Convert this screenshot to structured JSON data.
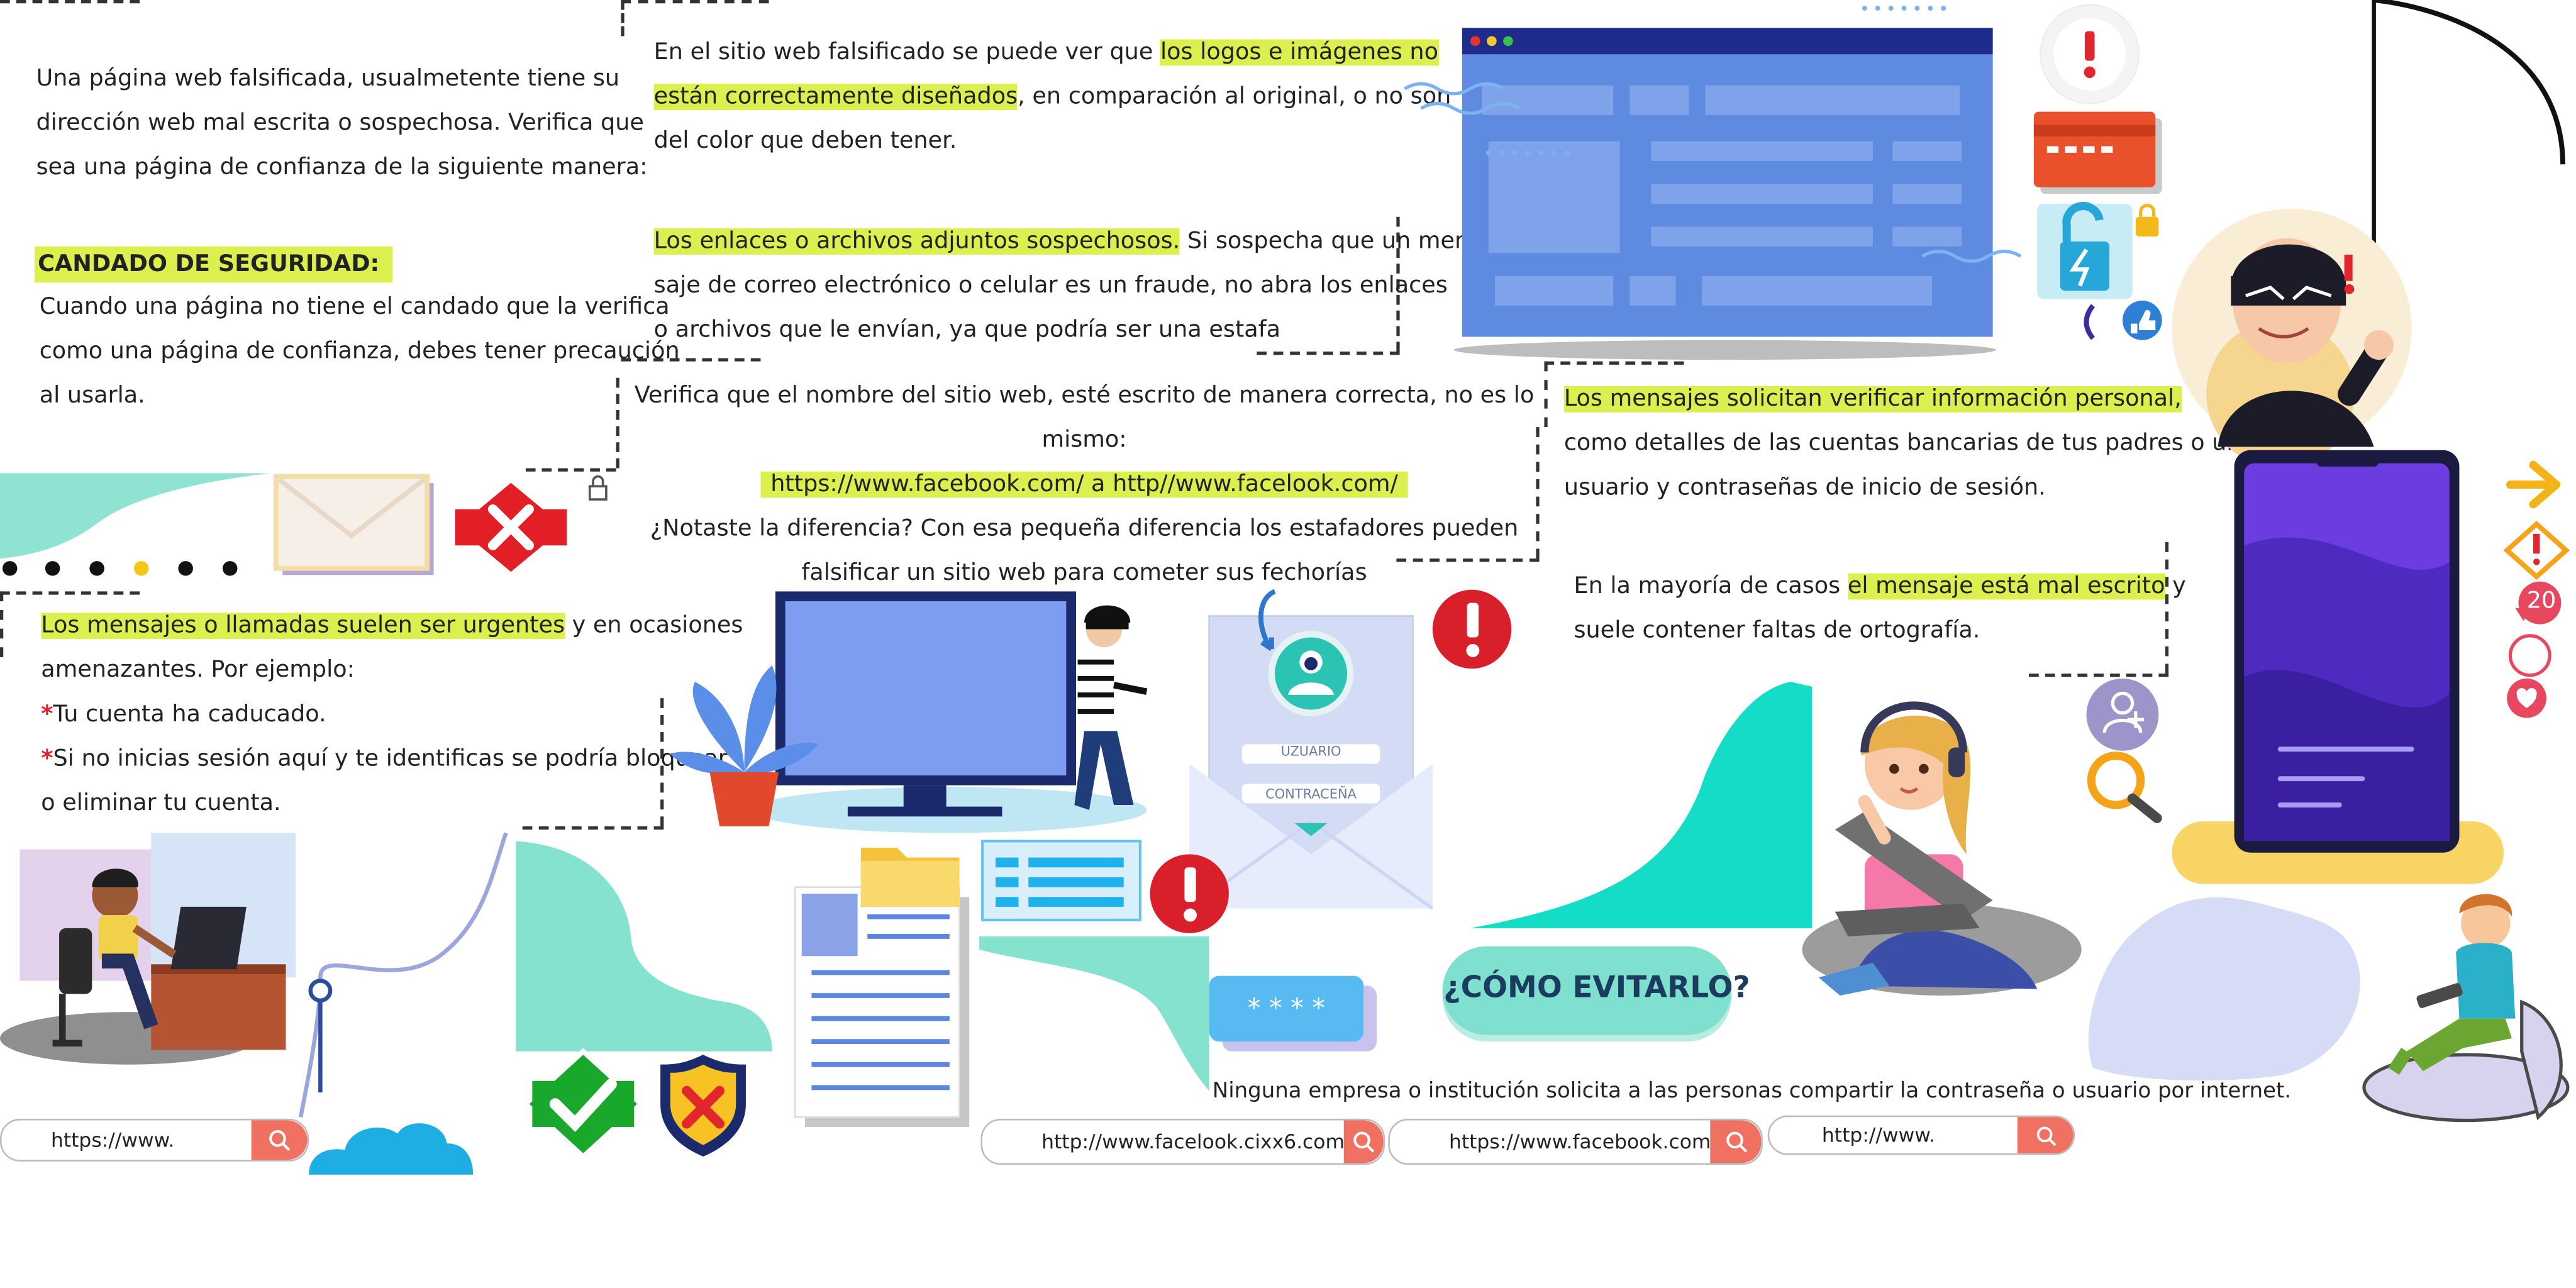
{
  "block1": {
    "intro_lines": [
      "Una página web falsificada, usualmetente tiene su",
      "dirección web mal escrita o sospechosa.  Verifica que",
      "sea una página de confianza de la siguiente manera:"
    ],
    "heading": "CANDADO DE SEGURIDAD:",
    "body_lines": [
      "Cuando una página no tiene el candado que la verifica",
      "como una página de confianza, debes tener precaución",
      "al usarla."
    ]
  },
  "block2": {
    "line1_a": "En el sitio web falsificado se puede ver que ",
    "line1_hl": "los logos e imágenes no",
    "line2_hl": "están correctamente diseñados",
    "line2_b": ", en comparación al original, o no son",
    "line3": "del color que deben tener."
  },
  "block3": {
    "line1_hl": "Los enlaces o archivos adjuntos sospechosos.",
    "line1_b": " Si sospecha que un men-",
    "line2": "saje de correo electrónico o  celular es un fraude, no abra los enlaces",
    "line3": "o archivos que le envían, ya que podría ser una estafa"
  },
  "block4": {
    "line1": "Verifica que el nombre del sitio web, esté escrito de manera correcta, no es lo mismo:",
    "line2_hl": "https://www.facebook.com/  a  http//www.facelook.com/",
    "line3": "¿Notaste la diferencia? Con esa pequeña diferencia los estafadores pueden",
    "line4": "falsificar un sitio web para cometer sus fechorías"
  },
  "block5": {
    "line1_hl": "Los mensajes solicitan verificar información personal,",
    "line2": "como detalles de las cuentas bancarias de tus padres o un",
    "line3": "usuario y contraseñas de inicio de sesión."
  },
  "block6": {
    "line1_a": "En la mayoría de casos ",
    "line1_hl": "el mensaje está mal escrito",
    "line1_b": " y",
    "line2": "suele contener faltas de ortografía."
  },
  "block7": {
    "line1_hl": "Los mensajes o llamadas suelen ser urgentes",
    "line1_b": " y en ocasiones",
    "line2": "amenazantes. Por ejemplo:",
    "asterisk": "*",
    "item1": "Tu cuenta ha caducado.",
    "item2_l1": "Si no inicias sesión aquí y te identificas se podría bloquear",
    "item2_l2": "o eliminar tu cuenta."
  },
  "envelope_labels": {
    "user": "UZUARIO",
    "pass": "CONTRACEÑA"
  },
  "password_mask": "* * * *",
  "cta": "¿CÓMO EVITARLO?",
  "footer_note": "Ninguna empresa o institución solicita a las personas compartir la contraseña o usuario por internet.",
  "url_bars": [
    "https://www.",
    "http://www.facelook.cixx6.com",
    "https://www.facebook.com",
    "http://www."
  ],
  "notification_count": "20",
  "colors": {
    "highlight": "#dbf04e",
    "teal": "#7fe0cf",
    "search_button": "#f07062",
    "danger": "#d9202a",
    "phone": "#4a2fb8"
  }
}
